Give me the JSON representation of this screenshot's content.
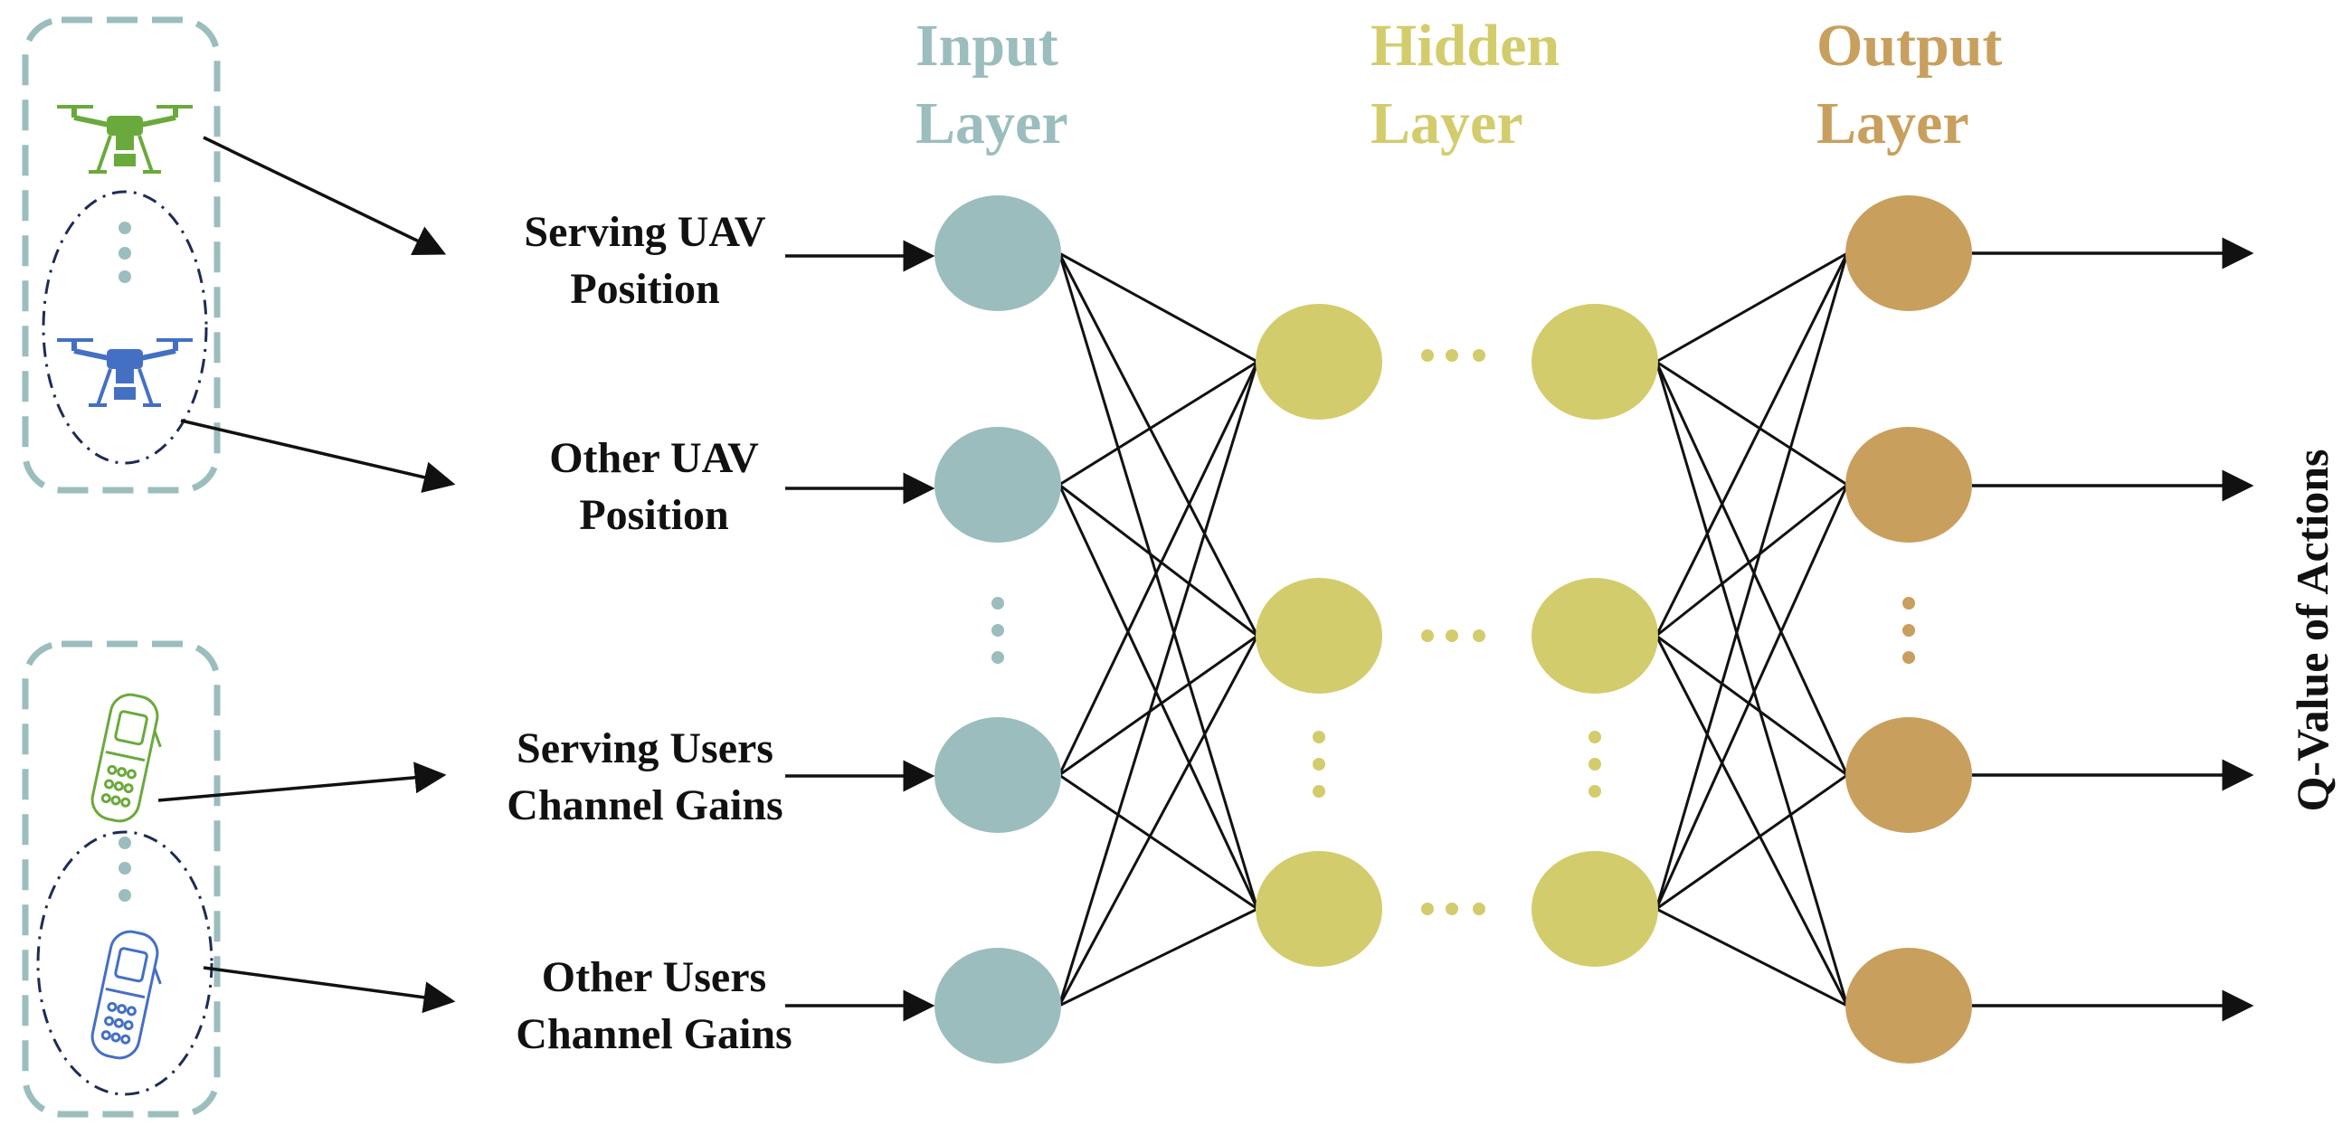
{
  "colors": {
    "input": "#9bbdbe",
    "hidden": "#d3cc6c",
    "output": "#c99f5d",
    "edge": "#111111",
    "box_border": "#9bbdbe",
    "uav_green": "#6aaa3c",
    "uav_blue": "#4470c4"
  },
  "headers": {
    "input": [
      "Input",
      "Layer"
    ],
    "hidden": [
      "Hidden",
      "Layer"
    ],
    "output": [
      "Output",
      "Layer"
    ]
  },
  "inputs": [
    {
      "line1": "Serving UAV",
      "line2": "Position"
    },
    {
      "line1": "Other UAV",
      "line2": "Position"
    },
    {
      "line1": "Serving Users",
      "line2": "Channel Gains"
    },
    {
      "line1": "Other Users",
      "line2": "Channel Gains"
    }
  ],
  "output_label": "Q-Value of Actions",
  "icons": {
    "uav": [
      "drone-icon",
      "drone-icon"
    ],
    "users": [
      "mobile-phone-icon",
      "mobile-phone-icon"
    ]
  },
  "structure": {
    "input_nodes": 4,
    "hidden_rows": 3,
    "hidden_columns": 2,
    "output_nodes": 4
  }
}
